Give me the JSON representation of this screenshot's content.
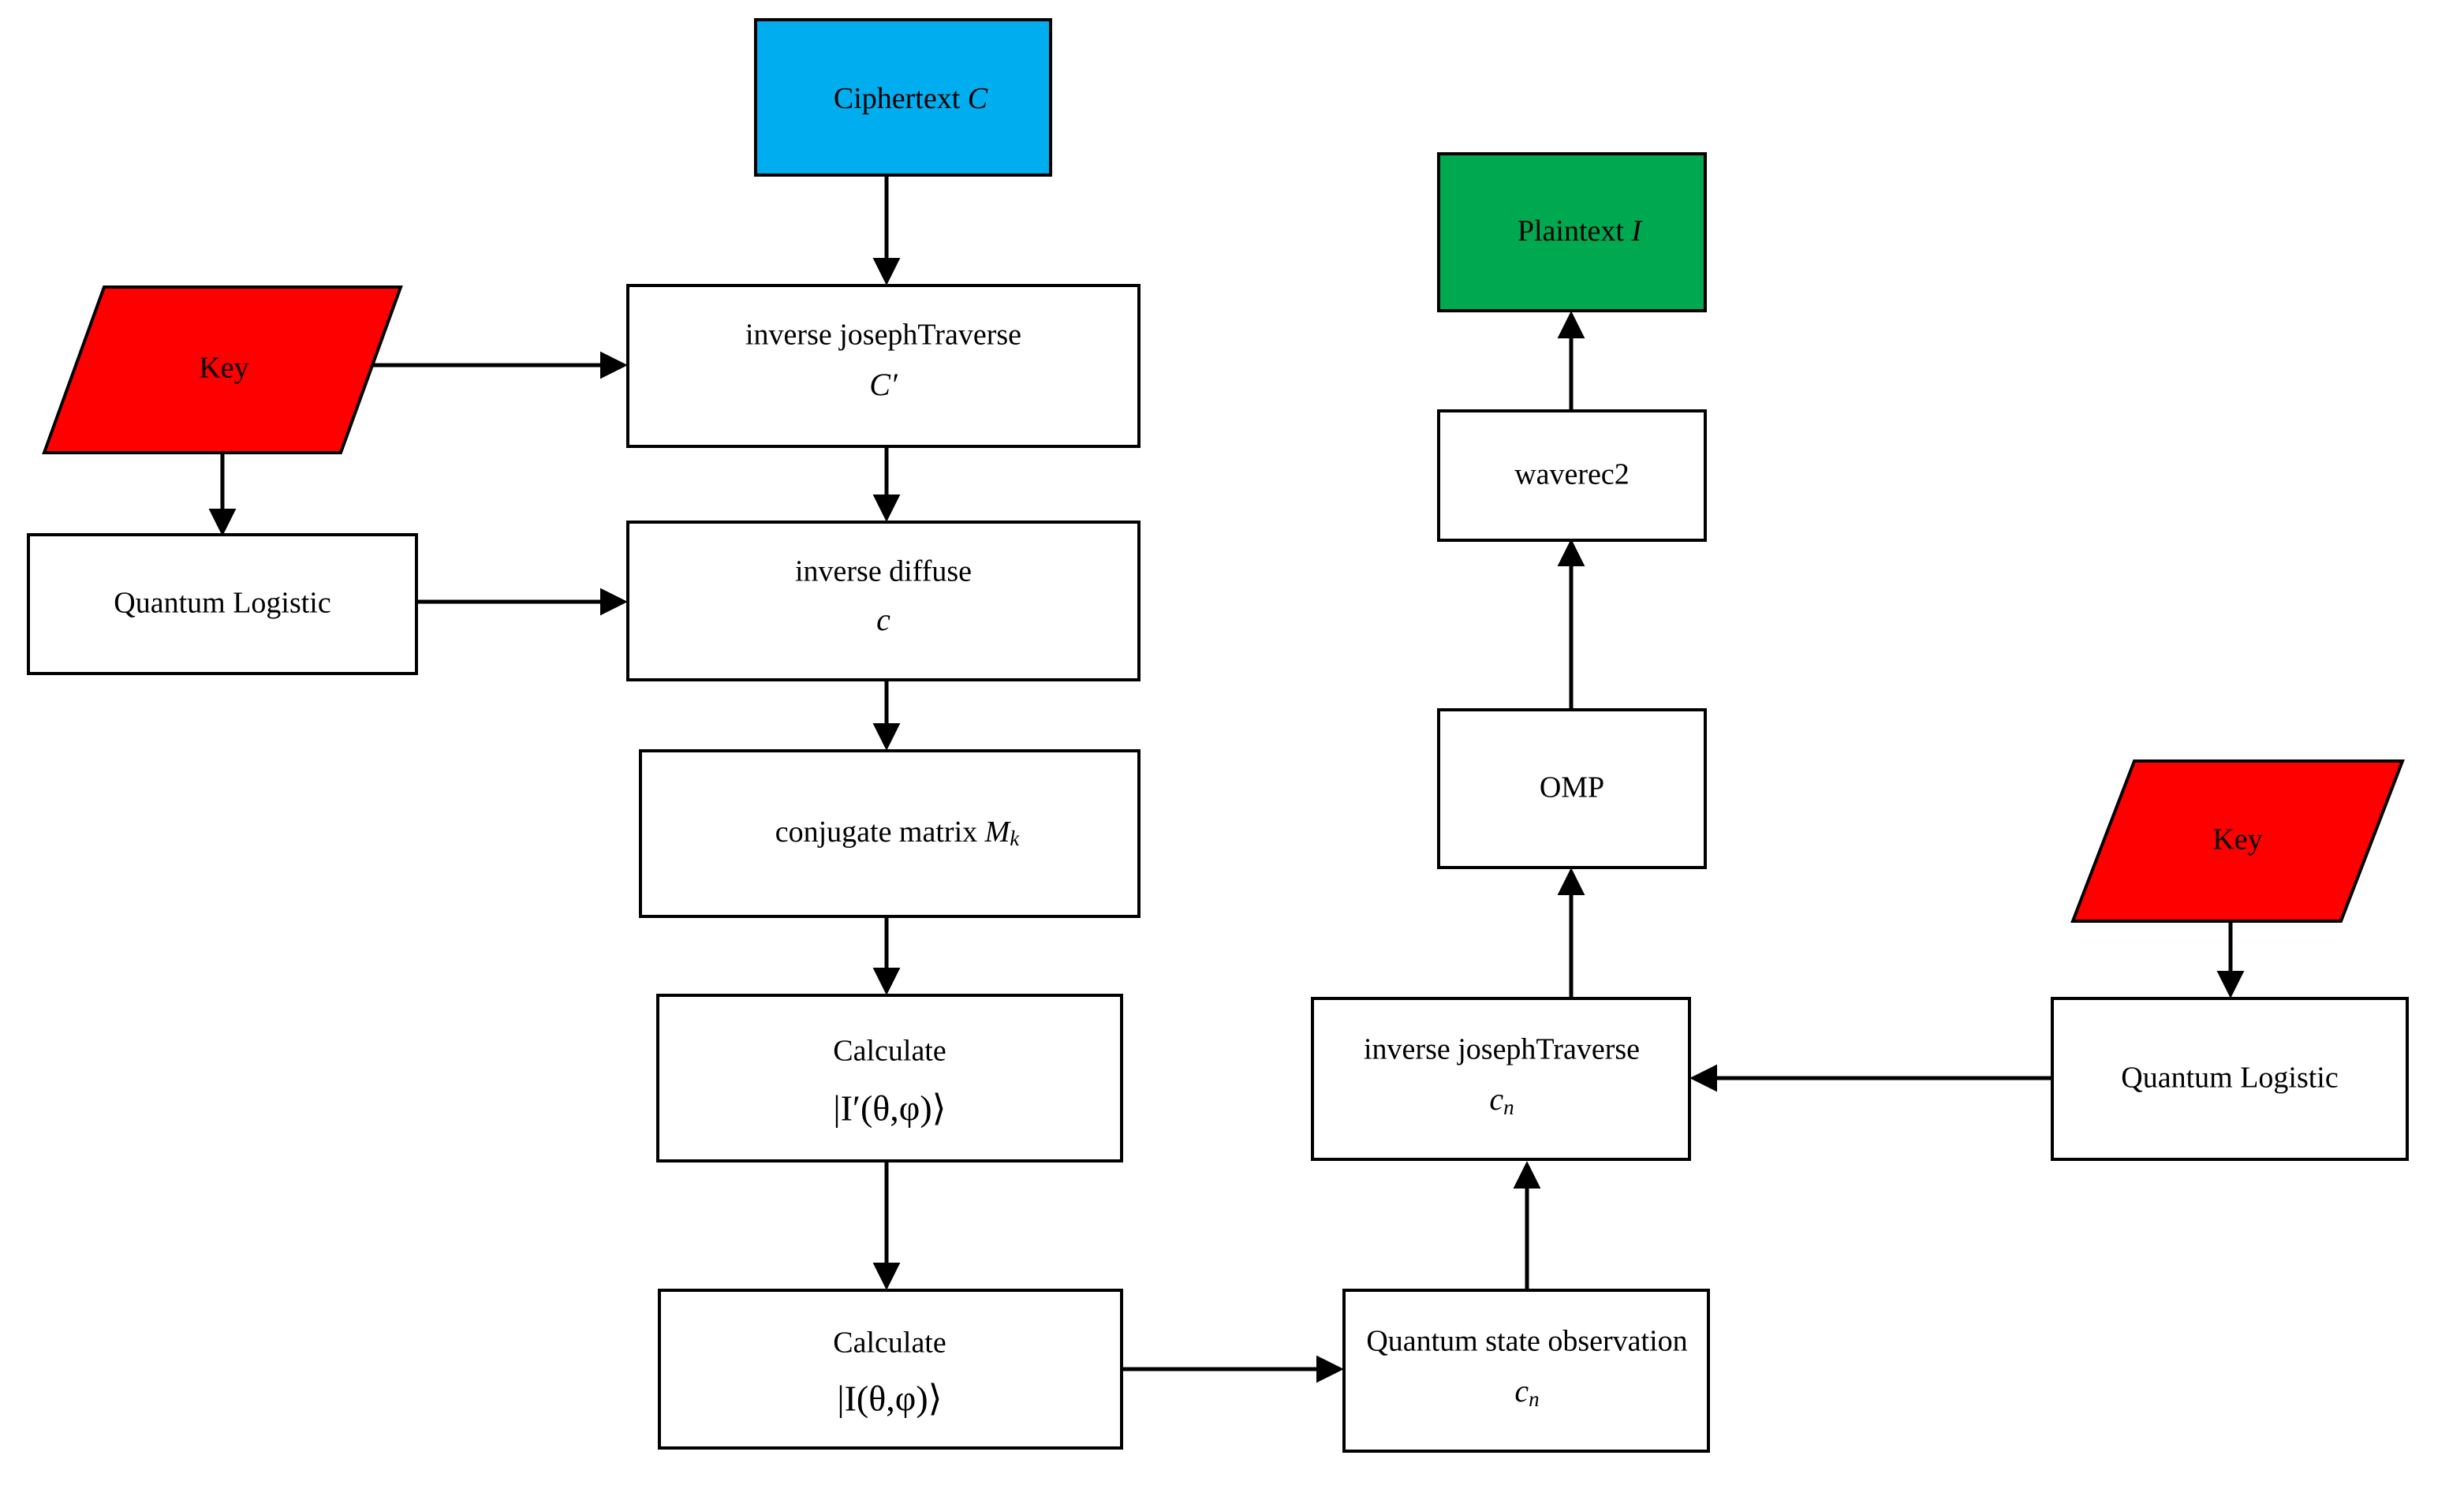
{
  "diagram": {
    "title": "Quantum image decryption flowchart",
    "colors": {
      "ciphertext_fill": "#00AEEF",
      "plaintext_fill": "#00A84F",
      "key_fill": "#FF0000",
      "node_stroke": "#000000",
      "node_fill": "#FFFFFF",
      "edge": "#000000"
    },
    "nodes": {
      "ciphertext": {
        "label": "Ciphertext",
        "symbol": "C",
        "shape": "rect",
        "fill": "#00AEEF"
      },
      "key_left": {
        "label": "Key",
        "shape": "parallelogram",
        "fill": "#FF0000"
      },
      "key_right": {
        "label": "Key",
        "shape": "parallelogram",
        "fill": "#FF0000"
      },
      "quantum_logistic_left": {
        "label": "Quantum Logistic",
        "shape": "rect",
        "fill": "#FFFFFF"
      },
      "quantum_logistic_right": {
        "label": "Quantum Logistic",
        "shape": "rect",
        "fill": "#FFFFFF"
      },
      "inverse_joseph_traverse_c": {
        "label": "inverse josephTraverse",
        "symbol": "C′",
        "shape": "rect",
        "fill": "#FFFFFF"
      },
      "inverse_diffuse": {
        "label": "inverse diffuse",
        "symbol": "c",
        "shape": "rect",
        "fill": "#FFFFFF"
      },
      "conjugate_matrix": {
        "label": "conjugate matrix",
        "symbol": "M",
        "subscript": "k",
        "shape": "rect",
        "fill": "#FFFFFF"
      },
      "calculate_i_prime": {
        "label": "Calculate",
        "symbol": "|I′(θ,φ)⟩",
        "shape": "rect",
        "fill": "#FFFFFF"
      },
      "calculate_i": {
        "label": "Calculate",
        "symbol": "|I(θ,φ)⟩",
        "shape": "rect",
        "fill": "#FFFFFF"
      },
      "quantum_state_observation": {
        "label": "Quantum state observation",
        "symbol": "c",
        "subscript": "n",
        "shape": "rect",
        "fill": "#FFFFFF"
      },
      "inverse_joseph_traverse_cn": {
        "label": "inverse josephTraverse",
        "symbol": "c",
        "subscript": "n",
        "shape": "rect",
        "fill": "#FFFFFF"
      },
      "omp": {
        "label": "OMP",
        "shape": "rect",
        "fill": "#FFFFFF"
      },
      "waverec2": {
        "label": "waverec2",
        "shape": "rect",
        "fill": "#FFFFFF"
      },
      "plaintext": {
        "label": "Plaintext",
        "symbol": "I",
        "shape": "rect",
        "fill": "#00A84F"
      }
    },
    "edges": [
      {
        "from": "ciphertext",
        "to": "inverse_joseph_traverse_c",
        "direction": "down"
      },
      {
        "from": "key_left",
        "to": "inverse_joseph_traverse_c",
        "direction": "right"
      },
      {
        "from": "key_left",
        "to": "quantum_logistic_left",
        "direction": "down"
      },
      {
        "from": "quantum_logistic_left",
        "to": "inverse_diffuse",
        "direction": "right"
      },
      {
        "from": "inverse_joseph_traverse_c",
        "to": "inverse_diffuse",
        "direction": "down"
      },
      {
        "from": "inverse_diffuse",
        "to": "conjugate_matrix",
        "direction": "down"
      },
      {
        "from": "conjugate_matrix",
        "to": "calculate_i_prime",
        "direction": "down"
      },
      {
        "from": "calculate_i_prime",
        "to": "calculate_i",
        "direction": "down"
      },
      {
        "from": "calculate_i",
        "to": "quantum_state_observation",
        "direction": "right"
      },
      {
        "from": "quantum_state_observation",
        "to": "inverse_joseph_traverse_cn",
        "direction": "up"
      },
      {
        "from": "key_right",
        "to": "quantum_logistic_right",
        "direction": "down"
      },
      {
        "from": "quantum_logistic_right",
        "to": "inverse_joseph_traverse_cn",
        "direction": "left"
      },
      {
        "from": "inverse_joseph_traverse_cn",
        "to": "omp",
        "direction": "up"
      },
      {
        "from": "omp",
        "to": "waverec2",
        "direction": "up"
      },
      {
        "from": "waverec2",
        "to": "plaintext",
        "direction": "up"
      }
    ]
  }
}
